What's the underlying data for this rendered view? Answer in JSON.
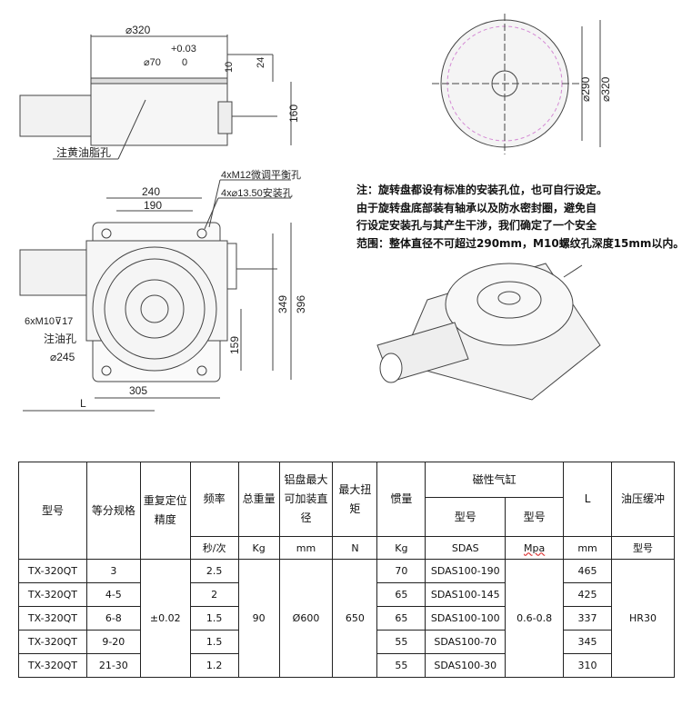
{
  "drawings": {
    "top_side": {
      "dia_320": "⌀320",
      "tol_plus": "+0.03",
      "tol_zero": "0",
      "dia_70": "⌀70",
      "dim_10": "10",
      "dim_24": "24",
      "dim_160": "160",
      "grease_hole": "注黄油脂孔"
    },
    "top_right": {
      "dia_290": "⌀290",
      "dia_320": "⌀320"
    },
    "plan": {
      "dim_240": "240",
      "dim_190": "190",
      "m12_holes": "4xM12微调平衡孔",
      "mount_holes": "4x⌀13.50安装孔",
      "m10": "6xM10⊽17",
      "oil_hole": "注油孔",
      "dia_245": "⌀245",
      "dim_349": "349",
      "dim_396": "396",
      "dim_159": "159",
      "dim_305": "305",
      "dim_L": "L"
    }
  },
  "note": [
    "注：旋转盘都设有标准的安装孔位，也可自行设定。",
    "由于旋转盘底部装有轴承以及防水密封圈，避免自",
    "行设定安装孔与其产生干涉，我们确定了一个安全",
    "范围：整体直径不可超过290mm，M10螺纹孔深度15mm以内。"
  ],
  "table": {
    "headers": {
      "model": "型号",
      "division": "等分规格",
      "repeat": "重复定位精度",
      "freq": "频率",
      "weight": "总重量",
      "disk": "铝盘最大可加装直径",
      "torque": "最大扭矩",
      "inertia": "惯量",
      "cylinder": "磁性气缸",
      "cyl_model": "型号",
      "cyl_pressure": "型号",
      "L": "L",
      "buffer": "油压缓冲"
    },
    "units": {
      "freq": "秒/次",
      "weight": "Kg",
      "disk": "mm",
      "torque": "N",
      "inertia": "Kg",
      "cyl_model": "SDAS",
      "cyl_pressure": "Mpa",
      "L": "mm",
      "buffer": "型号"
    },
    "shared": {
      "repeat": "±0.02",
      "weight": "90",
      "disk": "Ø600",
      "torque": "650",
      "pressure": "0.6-0.8",
      "buffer": "HR30"
    },
    "rows": [
      {
        "model": "TX-320QT",
        "division": "3",
        "freq": "2.5",
        "inertia": "70",
        "cyl": "SDAS100-190",
        "L": "465"
      },
      {
        "model": "TX-320QT",
        "division": "4-5",
        "freq": "2",
        "inertia": "65",
        "cyl": "SDAS100-145",
        "L": "425"
      },
      {
        "model": "TX-320QT",
        "division": "6-8",
        "freq": "1.5",
        "inertia": "65",
        "cyl": "SDAS100-100",
        "L": "337"
      },
      {
        "model": "TX-320QT",
        "division": "9-20",
        "freq": "1.5",
        "inertia": "55",
        "cyl": "SDAS100-70",
        "L": "345"
      },
      {
        "model": "TX-320QT",
        "division": "21-30",
        "freq": "1.2",
        "inertia": "55",
        "cyl": "SDAS100-30",
        "L": "310"
      }
    ]
  }
}
